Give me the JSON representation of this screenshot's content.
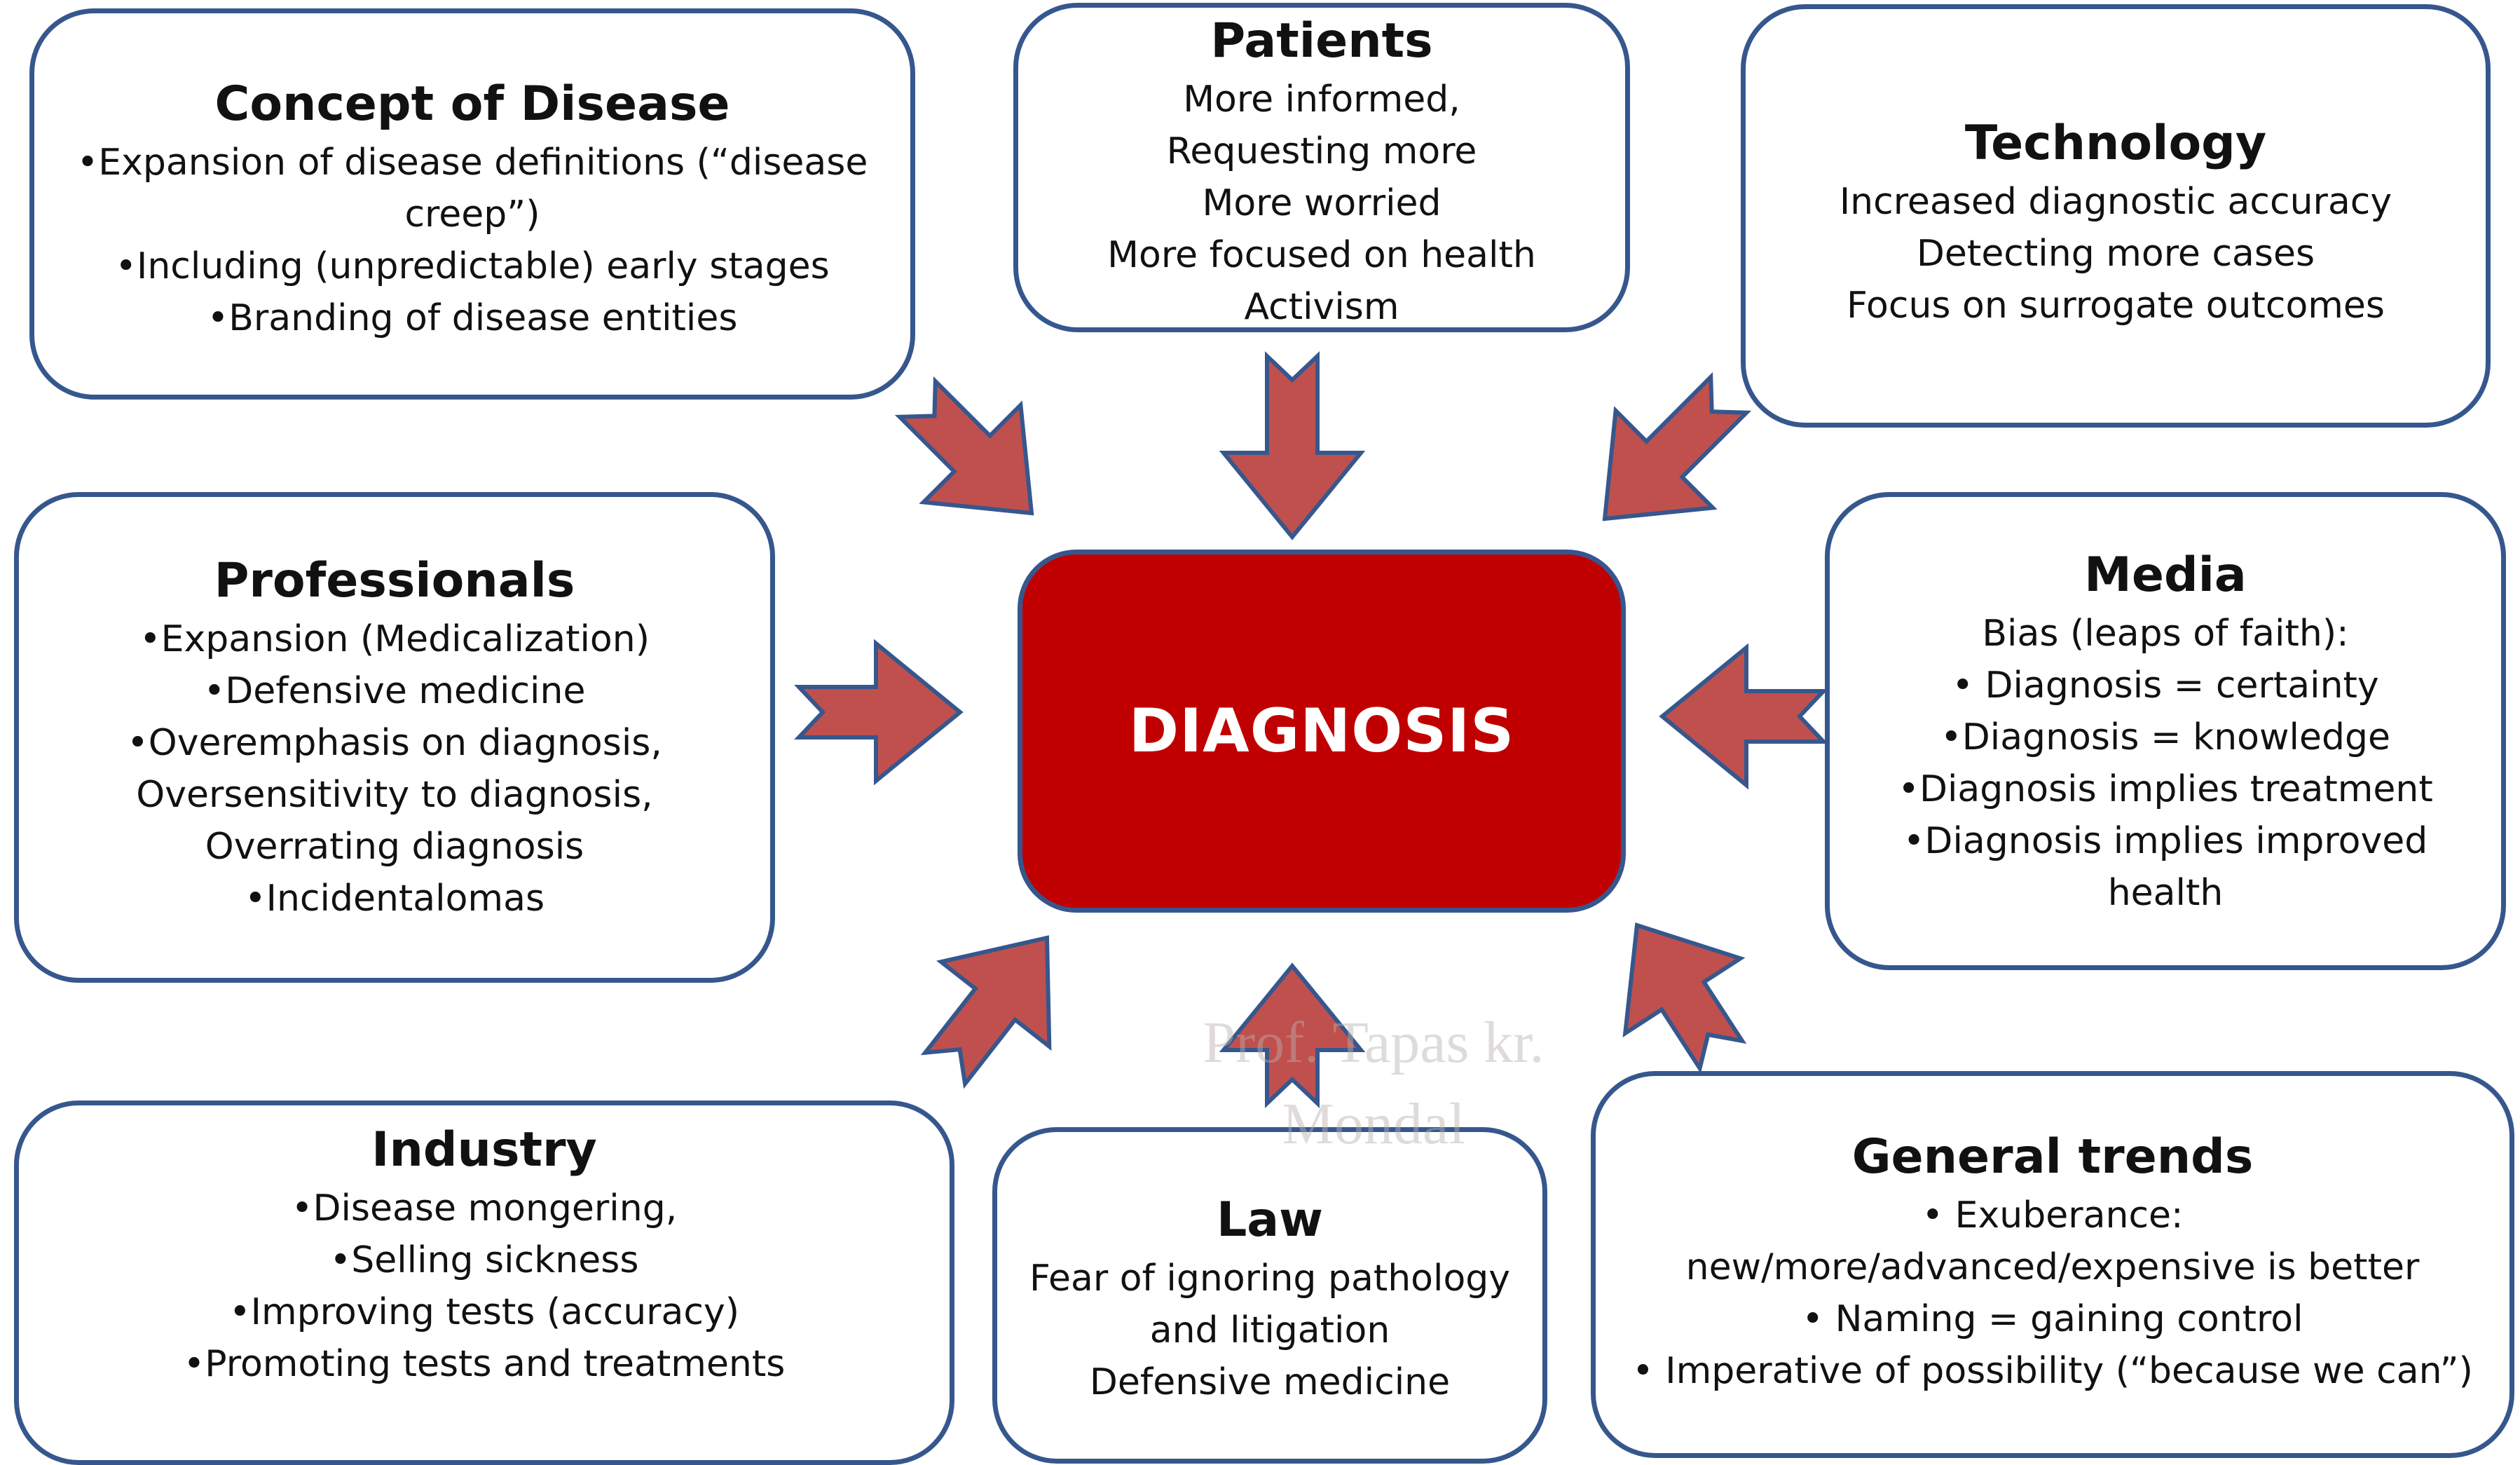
{
  "diagram": {
    "center": {
      "label": "DIAGNOSIS",
      "color": "#c00000"
    },
    "border_color": "#36578d",
    "arrow_color": "#c0504d",
    "boxes": {
      "concept": {
        "title": "Concept of Disease",
        "lines": [
          "•Expansion of disease definitions (“disease creep”)",
          "•Including (unpredictable) early stages",
          "•Branding of disease entities"
        ]
      },
      "patients": {
        "title": "Patients",
        "lines": [
          "More informed,",
          "Requesting more",
          "More worried",
          "More focused on health",
          "Activism"
        ]
      },
      "technology": {
        "title": "Technology",
        "lines": [
          "Increased  diagnostic accuracy",
          "Detecting more cases",
          "Focus on surrogate outcomes"
        ]
      },
      "professionals": {
        "title": "Professionals",
        "lines": [
          "•Expansion (Medicalization)",
          "•Defensive medicine",
          "•Overemphasis on diagnosis,",
          "Oversensitivity to diagnosis,",
          "Overrating diagnosis",
          "•Incidentalomas"
        ]
      },
      "media": {
        "title": "Media",
        "lines": [
          "Bias (leaps of faith):",
          "• Diagnosis = certainty",
          "•Diagnosis = knowledge",
          "•Diagnosis implies treatment",
          "•Diagnosis implies improved health"
        ]
      },
      "industry": {
        "title": "Industry",
        "lines": [
          "•Disease mongering,",
          "•Selling sickness",
          "•Improving tests (accuracy)",
          "•Promoting tests and treatments"
        ]
      },
      "law": {
        "title": "Law",
        "lines": [
          "Fear of ignoring pathology",
          "and litigation",
          "Defensive medicine"
        ]
      },
      "trends": {
        "title": "General trends",
        "lines": [
          "•   Exuberance:",
          "new/more/advanced/expensive is better",
          "•   Naming = gaining control",
          "•   Imperative of possibility (“because we can”)"
        ]
      }
    },
    "watermark": {
      "line1": "Prof. Tapas kr.",
      "line2": "Mondal"
    }
  }
}
